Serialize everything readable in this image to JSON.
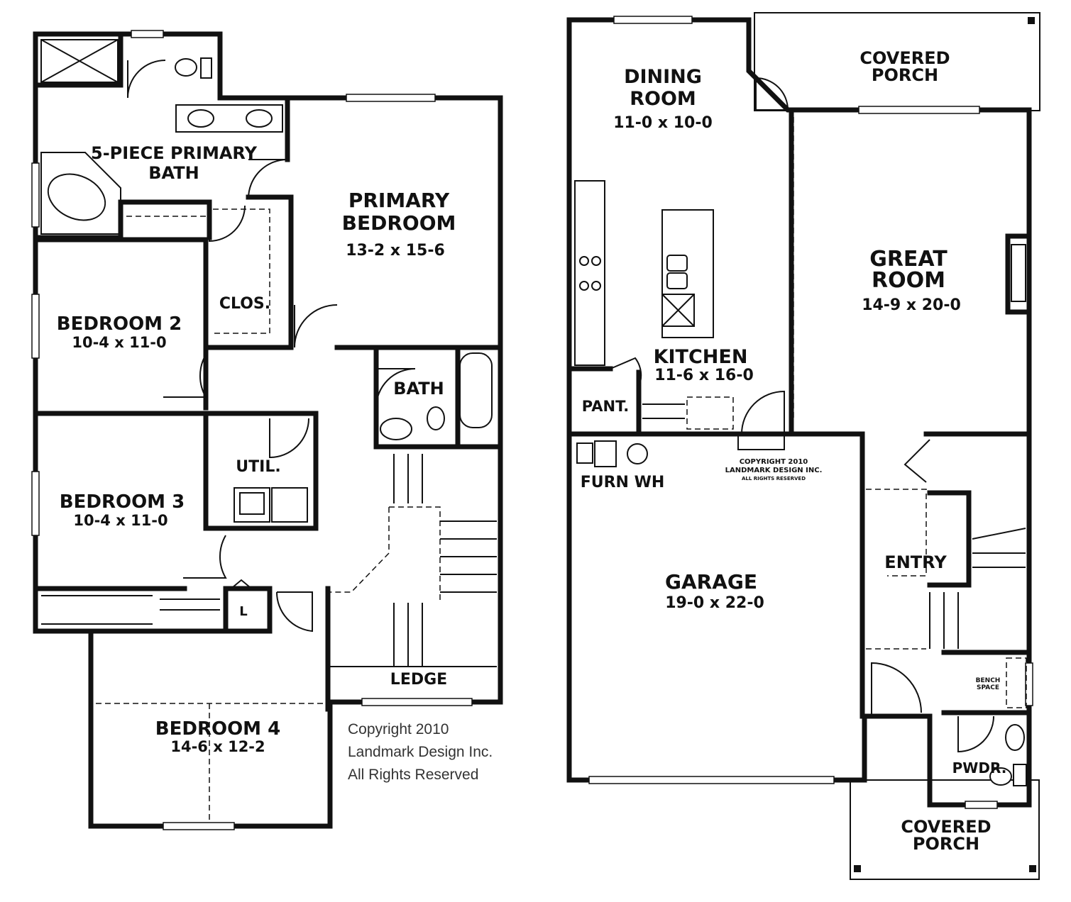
{
  "upper_floor": {
    "rooms": {
      "primary_bath": {
        "name_line1": "5-PIECE PRIMARY",
        "name_line2": "BATH"
      },
      "primary_bedroom": {
        "name_line1": "PRIMARY",
        "name_line2": "BEDROOM",
        "size": "13-2  x  15-6"
      },
      "closet": {
        "name": "CLOS."
      },
      "bedroom2": {
        "name": "BEDROOM 2",
        "size": "10-4  x  11-0"
      },
      "bath": {
        "name": "BATH"
      },
      "utility": {
        "name": "UTIL."
      },
      "bedroom3": {
        "name": "BEDROOM 3",
        "size": "10-4  x  11-0"
      },
      "linen": {
        "name": "L"
      },
      "ledge": {
        "name": "LEDGE"
      },
      "bedroom4": {
        "name": "BEDROOM 4",
        "size": "14-6  x  12-2"
      }
    },
    "copyright": {
      "line1": "Copyright 2010",
      "line2": "Landmark Design Inc.",
      "line3": "All Rights Reserved"
    }
  },
  "main_floor": {
    "rooms": {
      "dining": {
        "name_line1": "DINING",
        "name_line2": "ROOM",
        "size": "11-0  x  10-0"
      },
      "covered_porch_rear": {
        "name_line1": "COVERED",
        "name_line2": "PORCH"
      },
      "great_room": {
        "name_line1": "GREAT",
        "name_line2": "ROOM",
        "size": "14-9  x  20-0"
      },
      "kitchen": {
        "name": "KITCHEN",
        "size": "11-6  x  16-0"
      },
      "pantry": {
        "name": "PANT."
      },
      "furnace": {
        "name": "FURN  WH"
      },
      "garage": {
        "name": "GARAGE",
        "size": "19-0  x  22-0"
      },
      "entry": {
        "name": "ENTRY"
      },
      "bench": {
        "name_line1": "BENCH",
        "name_line2": "SPACE"
      },
      "powder": {
        "name": "PWDR."
      },
      "covered_porch_front": {
        "name_line1": "COVERED",
        "name_line2": "PORCH"
      }
    },
    "copyright": {
      "line1": "COPYRIGHT 2010",
      "line2": "LANDMARK DESIGN INC.",
      "line3": "ALL RIGHTS RESERVED"
    }
  }
}
